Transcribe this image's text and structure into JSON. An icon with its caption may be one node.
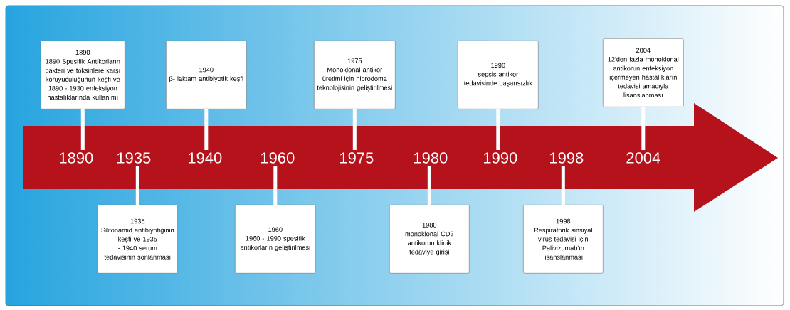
{
  "diagram": {
    "nodes": [
      {
        "text": [],
        "shape": "arrow"
      },
      {
        "text": [
          "1890"
        ],
        "in": 0
      },
      {
        "text": [
          "1935"
        ],
        "in": 0
      },
      {
        "text": [
          "1940"
        ],
        "in": 0
      },
      {
        "text": [
          "1960"
        ],
        "in": 0
      },
      {
        "text": [
          "1975"
        ],
        "in": 0
      },
      {
        "text": [
          "1980"
        ],
        "in": 0
      },
      {
        "text": [
          "1990"
        ],
        "in": 0
      },
      {
        "text": [
          "1998"
        ],
        "in": 0
      },
      {
        "text": [
          "2004"
        ],
        "in": 0
      },
      {
        "text": [
          "1890",
          "1890 Spesifik Antikorların bakteri ve toksinlere karşı koruyuculuğunun keşfi ve 1890 - 1930 enfeksiyon hastalıklarında kullanımı"
        ]
      },
      {
        "text": [
          "1935",
          "Süfonamid antibiyotiğinin keşfi ve 1935 - 1940 serum tedavisinin sonlanması"
        ]
      },
      {
        "text": [
          "1940",
          "β- laktam antibiyotik keşfi"
        ]
      },
      {
        "text": [
          "1960",
          "1960 - 1990 spesifik antikorların geliştirilmesi"
        ]
      },
      {
        "text": [
          "1975",
          "Monoklonal antikor üretimi için hibrodoma teknolojisinin geliştirilmesi"
        ]
      },
      {
        "text": [
          "1980",
          "monoklonal CD3 antikorun klinik tedaviye girişi"
        ]
      },
      {
        "text": [
          "1990",
          "sepsis antikor tedavisinde başarısızlık"
        ]
      },
      {
        "text": [
          "1998",
          "Respiratorik sinsiyal virüs tedavisi için Palivizumab'ın lisanslanması"
        ]
      },
      {
        "text": [
          "2004",
          "12'den fazla monoklonal antikorun enfeksiyon içermeyen hastalıkların tedavisi amacıyla lisanslanması"
        ]
      }
    ],
    "edges": [
      {
        "from": 10,
        "to": 1,
        "arrow": "none"
      },
      {
        "from": 11,
        "to": 2,
        "arrow": "none"
      },
      {
        "from": 12,
        "to": 3,
        "arrow": "none"
      },
      {
        "from": 13,
        "to": 4,
        "arrow": "none"
      },
      {
        "from": 14,
        "to": 5,
        "arrow": "none"
      },
      {
        "from": 15,
        "to": 6,
        "arrow": "none"
      },
      {
        "from": 16,
        "to": 7,
        "arrow": "none"
      },
      {
        "from": 17,
        "to": 8,
        "arrow": "none"
      },
      {
        "from": 18,
        "to": 9,
        "arrow": "none"
      }
    ]
  }
}
